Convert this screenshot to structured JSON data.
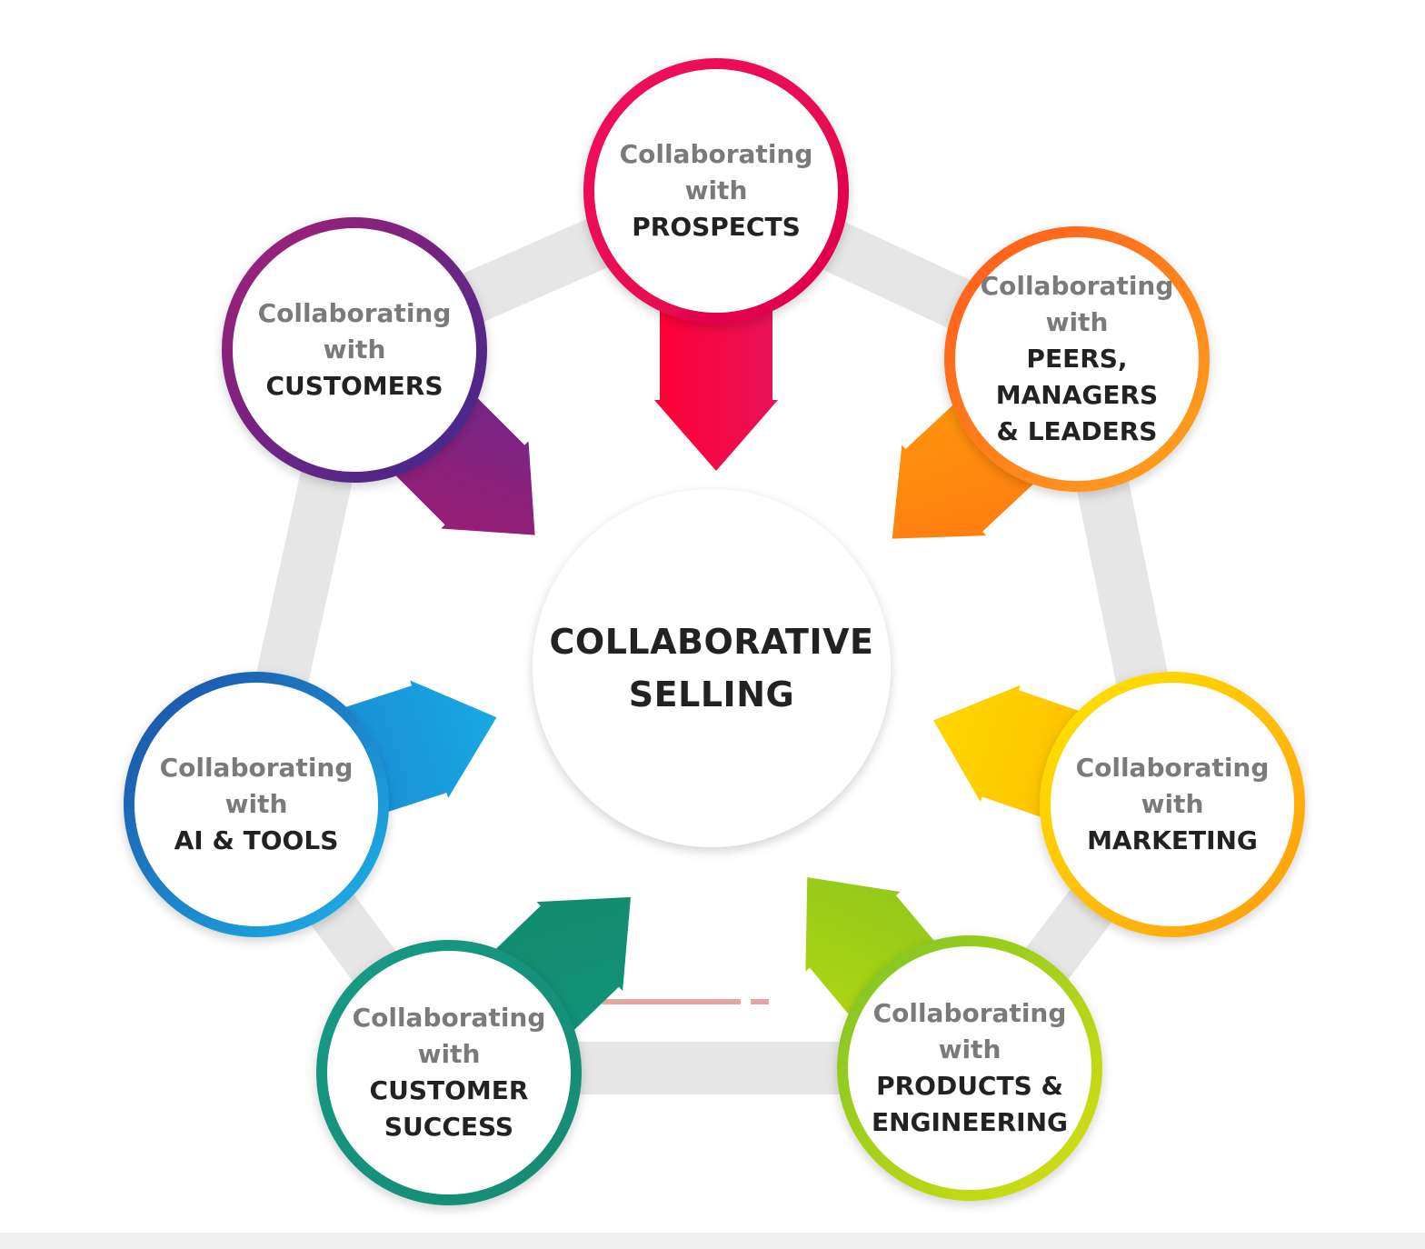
{
  "center": {
    "line1": "COLLABORATIVE",
    "line2": "SELLING"
  },
  "colors": {
    "ring": "#e6e6e6",
    "prospects": "#e9104f",
    "peers": "#f7931e",
    "marketing": "#f6c200",
    "products": "#8cc81e",
    "customer_success": "#108f7a",
    "ai_tools": "#1a8fd4",
    "customers": "#7a2a8a"
  },
  "nodes": [
    {
      "id": "prospects",
      "prefix_1": "Collaborating",
      "prefix_2": "with",
      "label": "PROSPECTS"
    },
    {
      "id": "peers",
      "prefix_1": "Collaborating",
      "prefix_2": "with",
      "label": "PEERS,\nMANAGERS\n& LEADERS"
    },
    {
      "id": "marketing",
      "prefix_1": "Collaborating",
      "prefix_2": "with",
      "label": "MARKETING"
    },
    {
      "id": "products",
      "prefix_1": "Collaborating",
      "prefix_2": "with",
      "label": "PRODUCTS &\nENGINEERING"
    },
    {
      "id": "customer_success",
      "prefix_1": "Collaborating",
      "prefix_2": "with",
      "label": "CUSTOMER\nSUCCESS"
    },
    {
      "id": "ai_tools",
      "prefix_1": "Collaborating",
      "prefix_2": "with",
      "label": "AI & TOOLS"
    },
    {
      "id": "customers",
      "prefix_1": "Collaborating",
      "prefix_2": "with",
      "label": "CUSTOMERS"
    }
  ]
}
